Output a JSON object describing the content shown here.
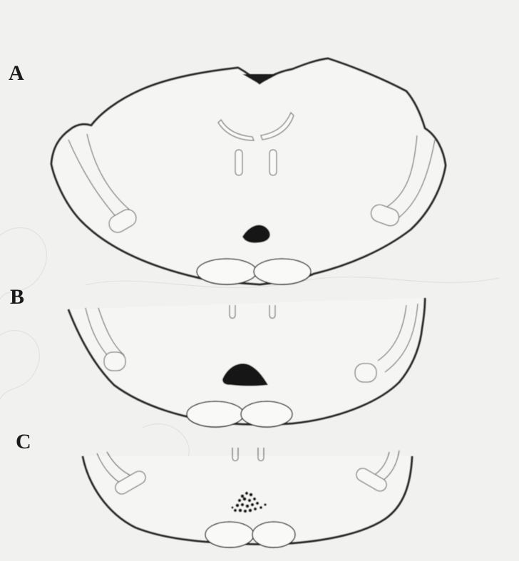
{
  "panels": [
    {
      "label": "A"
    },
    {
      "label": "B"
    },
    {
      "label": "C"
    }
  ],
  "colors": {
    "background": "#f1f1ef",
    "outline": "#2a2a2a",
    "thin_line": "#777777",
    "stipple": "#151515"
  }
}
